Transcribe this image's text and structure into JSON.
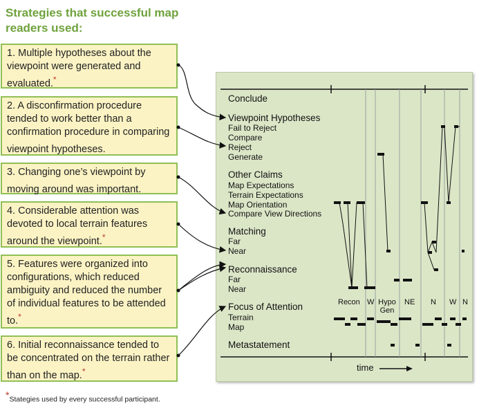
{
  "title": "Strategies that successful map readers used:",
  "strategies": [
    {
      "text": "1. Multiple hypotheses about the viewpoint were generated and evaluated.",
      "star": "*"
    },
    {
      "text": "2. A disconfirmation procedure tended to work better than a confirmation procedure in comparing viewpoint hypotheses.",
      "star": ""
    },
    {
      "text": "3. Changing one’s viewpoint by moving around was important.",
      "star": ""
    },
    {
      "text": "4. Considerable attention was devoted to local terrain features around the viewpoint.",
      "star": "*"
    },
    {
      "text": "5. Features were organized into configurations, which reduced ambiguity and reduced the number of individual features to be attended to.",
      "star": "*"
    },
    {
      "text": "6. Initial reconnaissance tended to be concentrated on the terrain rather than on the map.",
      "star": "*"
    }
  ],
  "footnote": {
    "star": "*",
    "text": "Stategies used by every successful participant."
  },
  "chart": {
    "categories": {
      "conclude": "Conclude",
      "viewpoint": "Viewpoint Hypotheses",
      "other": "Other Claims",
      "matching": "Matching",
      "recon": "Reconnaissance",
      "focus": "Focus of Attention",
      "meta": "Metastatement"
    },
    "sublabels": {
      "fail_reject": "Fail to Reject",
      "compare": "Compare",
      "reject": "Reject",
      "generate": "Generate",
      "map_expect": "Map Expectations",
      "terrain_expect": "Terrain Expectations",
      "map_orient": "Map Orientation",
      "compare_view": "Compare View Directions",
      "far": "Far",
      "near": "Near",
      "recon_far": "Far",
      "recon_near": "Near",
      "terrain": "Terrain",
      "map": "Map"
    },
    "segments": [
      "Recon",
      "W",
      "Hypo Gen",
      "NE",
      "N",
      "W",
      "N"
    ],
    "time_label": "time"
  }
}
